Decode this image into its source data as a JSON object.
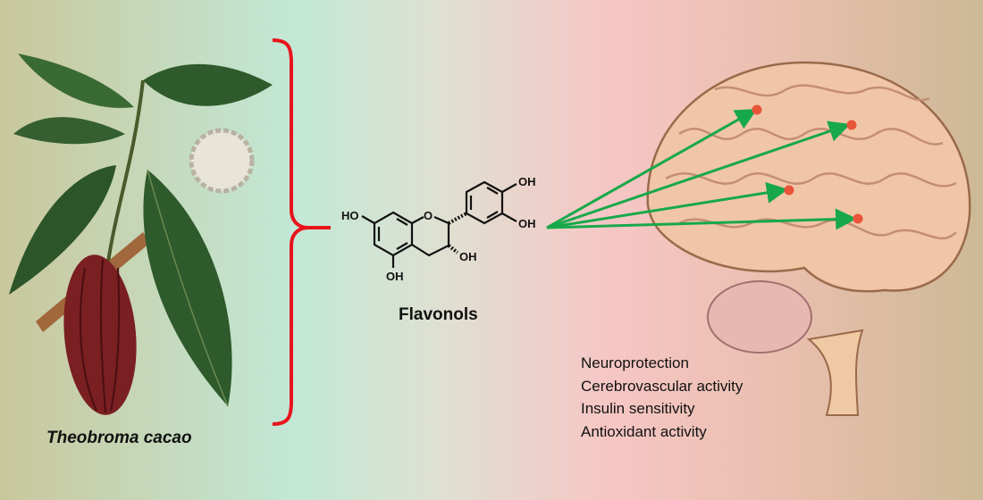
{
  "species_label": "Theobroma cacao",
  "compound_label": "Flavonols",
  "molecule_atoms": {
    "ho_left": "HO",
    "o_ring": "O",
    "oh_c3": "OH",
    "oh_c5": "OH",
    "oh_b3": "OH",
    "oh_b4": "OH"
  },
  "effects": [
    "Neuroprotection",
    "Cerebrovascular activity",
    "Insulin sensitivity",
    "Antioxidant activity"
  ],
  "colors": {
    "brace": "#e8141c",
    "arrows": "#17a84a",
    "target_dots": "#e8553a",
    "bg_left": "#c9c79c",
    "bg_mint": "#c2e8d6",
    "bg_pink": "#f6c6c4",
    "bg_right": "#cdb996"
  }
}
